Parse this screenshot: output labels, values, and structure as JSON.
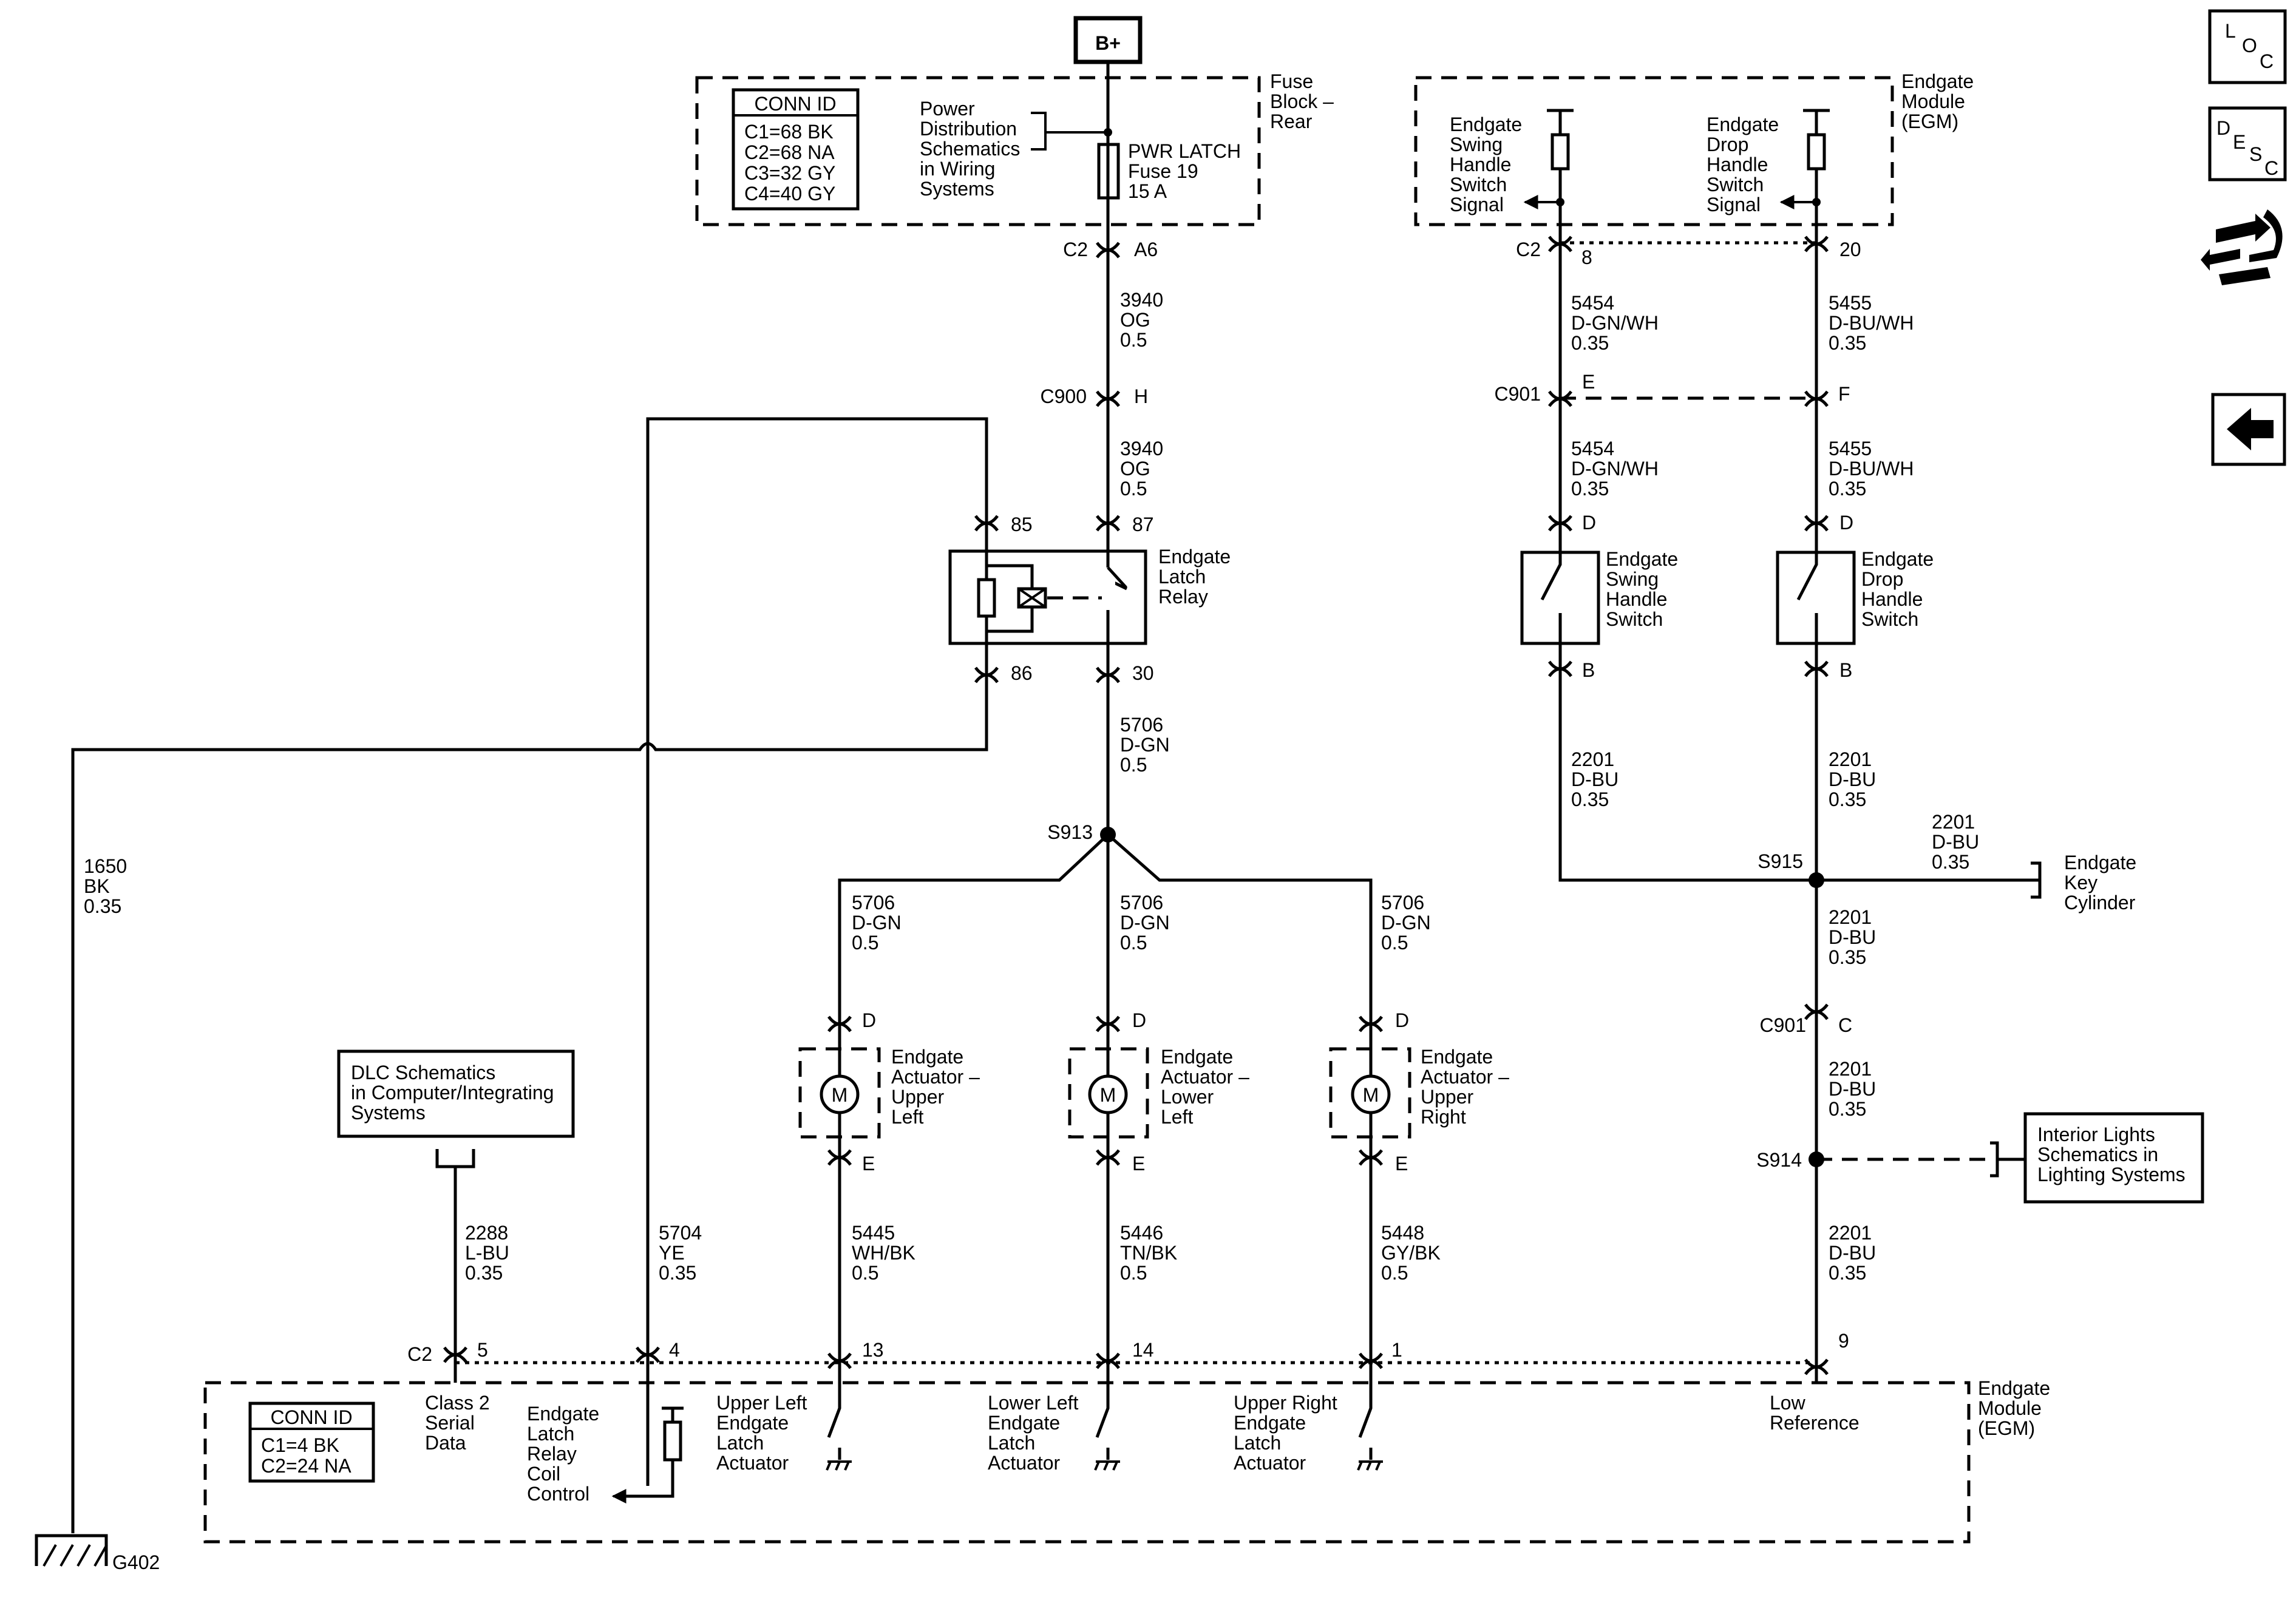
{
  "nav": {
    "loc_label": "LOC",
    "desc_label": "DESC"
  },
  "power": {
    "bplus": "B+"
  },
  "fuse_block": {
    "title": [
      "Fuse",
      "Block –",
      "Rear"
    ],
    "conn_id_title": "CONN ID",
    "conn_ids": [
      "C1=68 BK",
      "C2=68 NA",
      "C3=32 GY",
      "C4=40 GY"
    ],
    "pds_ref": [
      "Power",
      "Distribution",
      "Schematics",
      "in Wiring",
      "Systems"
    ],
    "fuse_label": [
      "PWR LATCH",
      "Fuse 19",
      "15 A"
    ],
    "conn_c2": "C2",
    "pin_a6": "A6"
  },
  "top_module": {
    "title": [
      "Endgate",
      "Module",
      "(EGM)"
    ],
    "swing_signal": [
      "Endgate",
      "Swing",
      "Handle",
      "Switch",
      "Signal"
    ],
    "drop_signal": [
      "Endgate",
      "Drop",
      "Handle",
      "Switch",
      "Signal"
    ],
    "conn_c2": "C2",
    "pin_8": "8",
    "pin_20": "20"
  },
  "wires": {
    "w3940_a": [
      "3940",
      "OG",
      "0.5"
    ],
    "w3940_b": [
      "3940",
      "OG",
      "0.5"
    ],
    "w5706_main": [
      "5706",
      "D-GN",
      "0.5"
    ],
    "w5706_left": [
      "5706",
      "D-GN",
      "0.5"
    ],
    "w5706_mid": [
      "5706",
      "D-GN",
      "0.5"
    ],
    "w5706_right": [
      "5706",
      "D-GN",
      "0.5"
    ],
    "w1650": [
      "1650",
      "BK",
      "0.35"
    ],
    "w2288": [
      "2288",
      "L-BU",
      "0.35"
    ],
    "w5704": [
      "5704",
      "YE",
      "0.35"
    ],
    "w5445": [
      "5445",
      "WH/BK",
      "0.5"
    ],
    "w5446": [
      "5446",
      "TN/BK",
      "0.5"
    ],
    "w5448": [
      "5448",
      "GY/BK",
      "0.5"
    ],
    "w5454_a": [
      "5454",
      "D-GN/WH",
      "0.35"
    ],
    "w5454_b": [
      "5454",
      "D-GN/WH",
      "0.35"
    ],
    "w5455_a": [
      "5455",
      "D-BU/WH",
      "0.35"
    ],
    "w5455_b": [
      "5455",
      "D-BU/WH",
      "0.35"
    ],
    "w2201_swing": [
      "2201",
      "D-BU",
      "0.35"
    ],
    "w2201_drop": [
      "2201",
      "D-BU",
      "0.35"
    ],
    "w2201_key": [
      "2201",
      "D-BU",
      "0.35"
    ],
    "w2201_a": [
      "2201",
      "D-BU",
      "0.35"
    ],
    "w2201_b": [
      "2201",
      "D-BU",
      "0.35"
    ],
    "w2201_c": [
      "2201",
      "D-BU",
      "0.35"
    ]
  },
  "connectors": {
    "c900": "C900",
    "pin_h": "H",
    "c901": "C901",
    "pin_e": "E",
    "pin_f": "F",
    "c901_b": "C901",
    "pin_c": "C"
  },
  "relay": {
    "label": [
      "Endgate",
      "Latch",
      "Relay"
    ],
    "pin_85": "85",
    "pin_87": "87",
    "pin_86": "86",
    "pin_30": "30"
  },
  "splices": {
    "s913": "S913",
    "s915": "S915",
    "s914": "S914"
  },
  "actuators": [
    {
      "label": [
        "Endgate",
        "Actuator –",
        "Upper",
        "Left"
      ],
      "pin_top": "D",
      "pin_bot": "E"
    },
    {
      "label": [
        "Endgate",
        "Actuator –",
        "Lower",
        "Left"
      ],
      "pin_top": "D",
      "pin_bot": "E"
    },
    {
      "label": [
        "Endgate",
        "Actuator –",
        "Upper",
        "Right"
      ],
      "pin_top": "D",
      "pin_bot": "E"
    }
  ],
  "motor_symbol": "M",
  "switches": {
    "swing": {
      "label": [
        "Endgate",
        "Swing",
        "Handle",
        "Switch"
      ],
      "pin_top": "D",
      "pin_bot": "B"
    },
    "drop": {
      "label": [
        "Endgate",
        "Drop",
        "Handle",
        "Switch"
      ],
      "pin_top": "D",
      "pin_bot": "B"
    }
  },
  "key_cylinder": [
    "Endgate",
    "Key",
    "Cylinder"
  ],
  "interior_ref": [
    "Interior Lights",
    "Schematics in",
    "Lighting Systems"
  ],
  "dlc_ref": [
    "DLC Schematics",
    "in Computer/Integrating",
    "Systems"
  ],
  "bottom_module": {
    "title": [
      "Endgate",
      "Module",
      "(EGM)"
    ],
    "conn_id_title": "CONN ID",
    "conn_ids": [
      "C1=4 BK",
      "C2=24 NA"
    ],
    "conn_c2": "C2",
    "pins": [
      "5",
      "4",
      "13",
      "14",
      "1",
      "9"
    ],
    "class2": [
      "Class 2",
      "Serial",
      "Data"
    ],
    "relay_ctrl": [
      "Endgate",
      "Latch",
      "Relay",
      "Coil",
      "Control"
    ],
    "ul_latch": [
      "Upper Left",
      "Endgate",
      "Latch",
      "Actuator"
    ],
    "ll_latch": [
      "Lower Left",
      "Endgate",
      "Latch",
      "Actuator"
    ],
    "ur_latch": [
      "Upper Right",
      "Endgate",
      "Latch",
      "Actuator"
    ],
    "low_ref": [
      "Low",
      "Reference"
    ]
  },
  "ground": "G402"
}
